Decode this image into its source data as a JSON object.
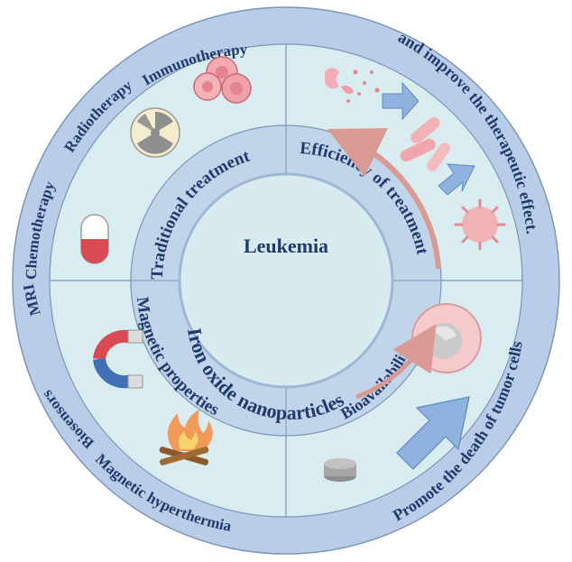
{
  "center": {
    "title": "Leukemia"
  },
  "inner_ring": {
    "traditional": "Traditional treatment",
    "efficiency": "Efficiency of treatment",
    "magnetic": "Magnetic properties",
    "bioavailability": "Bioavailability",
    "band_label": "Iron oxide nanoparticles"
  },
  "outer_ring": {
    "immunotherapy": "Immunotherapy",
    "radiotherapy": "Radiotherapy",
    "chemotherapy": "Chemotherapy",
    "mri": "MRI",
    "biosensors": "Biosensors",
    "hyperthermia": "Magnetic hyperthermia",
    "right_top": "and improve the therapeutic effect.",
    "right_bottom": "Promote the death of tumor cells"
  },
  "colors": {
    "outer_ring": "#b9cde8",
    "quadrant_fill": "#d9ecef",
    "inner_ring": "#c2d4ea",
    "center": "#d8ebee",
    "text": "#1f3a6b",
    "arrow_red": "#d99a94",
    "arrow_blue": "#8fb3de"
  },
  "icons": [
    "red-blood-cells-icon",
    "radiation-icon",
    "capsule-icon",
    "magnet-icon",
    "campfire-icon",
    "tumor-cell-icon",
    "nanoparticle-disc-icon",
    "virus-icon",
    "bacteria-icon"
  ]
}
